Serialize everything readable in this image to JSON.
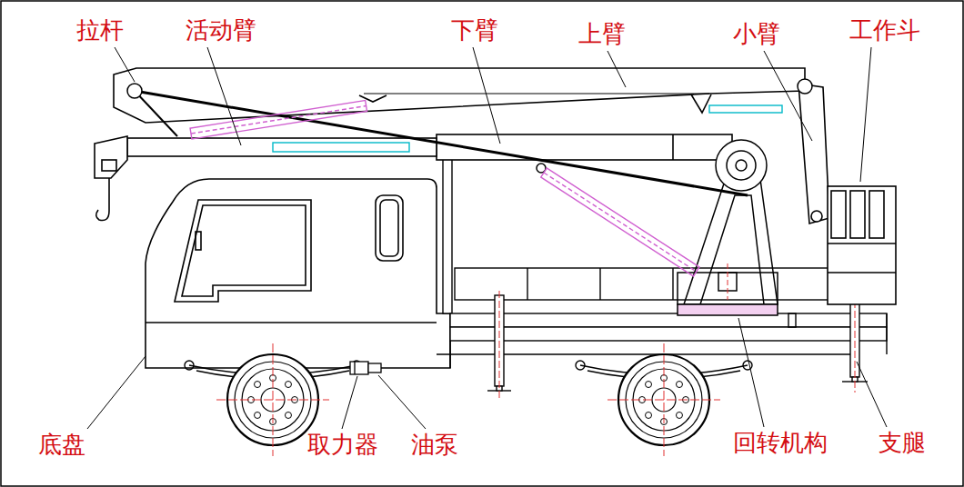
{
  "diagram": {
    "labels": [
      "拉杆",
      "活动臂",
      "下臂",
      "上臂",
      "小臂",
      "工作斗",
      "底盘",
      "取力器",
      "油泵",
      "回转机构",
      "支腿"
    ]
  }
}
